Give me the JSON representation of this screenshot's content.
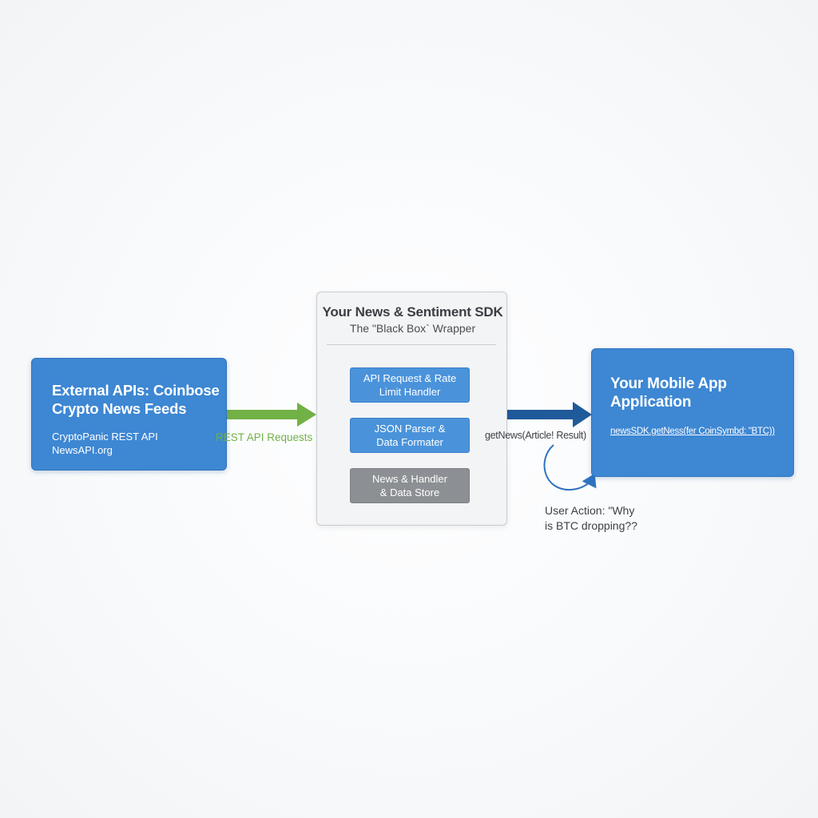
{
  "source": {
    "title_line1": "External APIs: Coinbose",
    "title_line2": "Crypto News Feeds",
    "item1": "CryptoPanic REST API",
    "item2": "NewsAPI.org"
  },
  "sdk": {
    "title": "Your News & Sentiment SDK",
    "subtitle": "The \"Black Box` Wrapper",
    "modules": [
      {
        "label": "API Request & Rate\nLimit Handler"
      },
      {
        "label": "JSON Parser &\nData Formater"
      },
      {
        "label": "News & Handler\n& Data Store"
      }
    ]
  },
  "app": {
    "title_line1": "Your Mobile App",
    "title_line2": "Application",
    "call": "newsSDK.getNess(fer CoinSymbd: \"BTC))"
  },
  "connectors": {
    "rest_label": "REST API Requests",
    "get_label": "getNews(Article! Result)",
    "user_action": "User Action: \"Why\nis BTC dropping??"
  },
  "colors": {
    "blue_box": "#3d87d3",
    "green_arrow": "#72b146",
    "navy_arrow": "#1f5a9a",
    "gray_module": "#8c8f93",
    "sdk_panel": "#f3f4f5"
  }
}
